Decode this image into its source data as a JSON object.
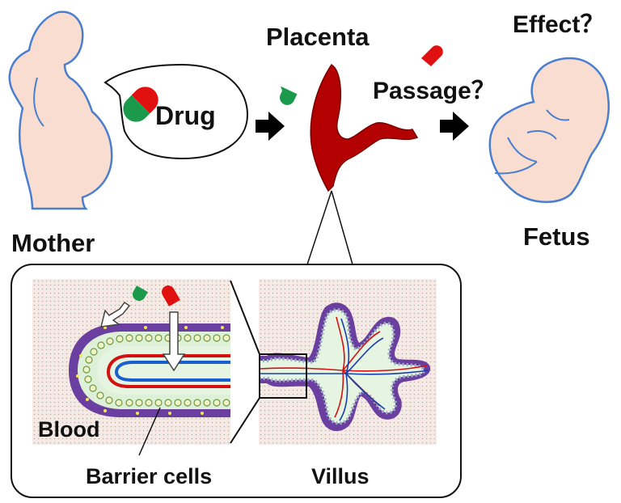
{
  "labels": {
    "mother": "Mother",
    "drug": "Drug",
    "placenta": "Placenta",
    "passage": "Passage？",
    "effect": "Effect？",
    "fetus": "Fetus",
    "blood": "Blood",
    "barrier_cells": "Barrier cells",
    "villus": "Villus"
  },
  "colors": {
    "outline_blue": "#4a7fd0",
    "skin": "#f9ddd0",
    "placenta_red": "#b30000",
    "capsule_green": "#1a9a4a",
    "capsule_red": "#e01010",
    "barrier_purple": "#6a3fa0",
    "cell_fill": "#f2f4c8",
    "stroma": "#e3f2e3",
    "blood_texture": "#f3e6e0",
    "vessel_red": "#d41010",
    "vessel_blue": "#1a5fd0"
  }
}
